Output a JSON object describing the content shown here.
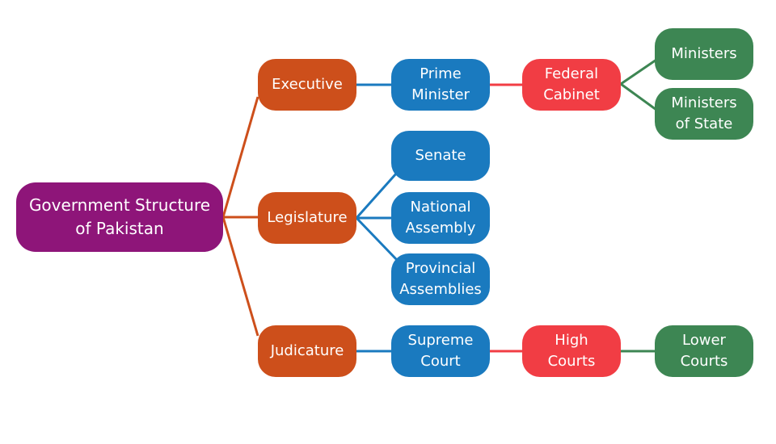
{
  "diagram": {
    "root": {
      "label": "Government Structure\nof Pakistan",
      "color": "#8e1579"
    },
    "colors": {
      "level1": "#cd4f1b",
      "level2": "#1a7abf",
      "level3": "#f13d44",
      "level4": "#3d8653"
    },
    "branches": {
      "executive": {
        "label": "Executive",
        "prime_minister": "Prime\nMinister",
        "federal_cabinet": "Federal\nCabinet",
        "ministers": "Ministers",
        "ministers_of_state": "Ministers\nof State"
      },
      "legislature": {
        "label": "Legislature",
        "senate": "Senate",
        "national_assembly": "National\nAssembly",
        "provincial_assemblies": "Provincial\nAssemblies"
      },
      "judicature": {
        "label": "Judicature",
        "supreme_court": "Supreme\nCourt",
        "high_courts": "High\nCourts",
        "lower_courts": "Lower\nCourts"
      }
    }
  }
}
